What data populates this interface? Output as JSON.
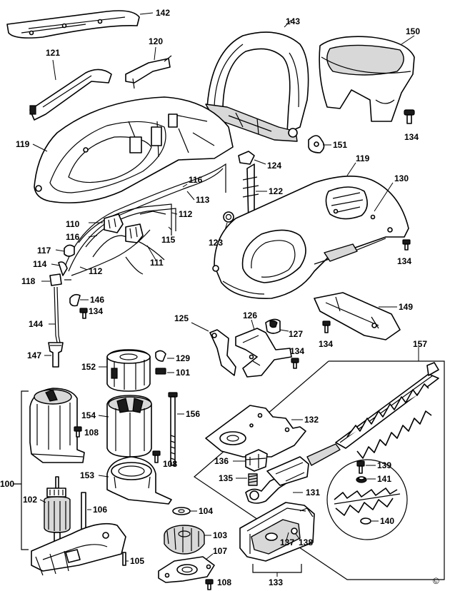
{
  "labels": [
    {
      "id": "142",
      "text": "142"
    },
    {
      "id": "143",
      "text": "143"
    },
    {
      "id": "150",
      "text": "150"
    },
    {
      "id": "121",
      "text": "121"
    },
    {
      "id": "120",
      "text": "120"
    },
    {
      "id": "119a",
      "text": "119"
    },
    {
      "id": "134a",
      "text": "134"
    },
    {
      "id": "151",
      "text": "151"
    },
    {
      "id": "124",
      "text": "124"
    },
    {
      "id": "119b",
      "text": "119"
    },
    {
      "id": "130",
      "text": "130"
    },
    {
      "id": "116a",
      "text": "116"
    },
    {
      "id": "113",
      "text": "113"
    },
    {
      "id": "122",
      "text": "122"
    },
    {
      "id": "110",
      "text": "110"
    },
    {
      "id": "112a",
      "text": "112"
    },
    {
      "id": "116b",
      "text": "116"
    },
    {
      "id": "115",
      "text": "115"
    },
    {
      "id": "123",
      "text": "123"
    },
    {
      "id": "117",
      "text": "117"
    },
    {
      "id": "111",
      "text": "111"
    },
    {
      "id": "134b",
      "text": "134"
    },
    {
      "id": "114",
      "text": "114"
    },
    {
      "id": "112b",
      "text": "112"
    },
    {
      "id": "118",
      "text": "118"
    },
    {
      "id": "146",
      "text": "146"
    },
    {
      "id": "134c",
      "text": "134"
    },
    {
      "id": "149",
      "text": "149"
    },
    {
      "id": "125",
      "text": "125"
    },
    {
      "id": "126",
      "text": "126"
    },
    {
      "id": "144",
      "text": "144"
    },
    {
      "id": "127",
      "text": "127"
    },
    {
      "id": "134d",
      "text": "134"
    },
    {
      "id": "157",
      "text": "157"
    },
    {
      "id": "147",
      "text": "147"
    },
    {
      "id": "134e",
      "text": "134"
    },
    {
      "id": "129",
      "text": "129"
    },
    {
      "id": "152",
      "text": "152"
    },
    {
      "id": "101",
      "text": "101"
    },
    {
      "id": "156",
      "text": "156"
    },
    {
      "id": "154",
      "text": "154"
    },
    {
      "id": "132",
      "text": "132"
    },
    {
      "id": "108a",
      "text": "108"
    },
    {
      "id": "136",
      "text": "136"
    },
    {
      "id": "139",
      "text": "139"
    },
    {
      "id": "108b",
      "text": "108"
    },
    {
      "id": "100",
      "text": "100"
    },
    {
      "id": "153",
      "text": "153"
    },
    {
      "id": "135",
      "text": "135"
    },
    {
      "id": "141",
      "text": "141"
    },
    {
      "id": "131",
      "text": "131"
    },
    {
      "id": "102",
      "text": "102"
    },
    {
      "id": "106",
      "text": "106"
    },
    {
      "id": "104",
      "text": "104"
    },
    {
      "id": "140",
      "text": "140"
    },
    {
      "id": "103",
      "text": "103"
    },
    {
      "id": "137",
      "text": "137"
    },
    {
      "id": "138",
      "text": "138"
    },
    {
      "id": "107",
      "text": "107"
    },
    {
      "id": "105",
      "text": "105"
    },
    {
      "id": "133",
      "text": "133"
    },
    {
      "id": "108c",
      "text": "108"
    }
  ],
  "copyright_mark": "©"
}
